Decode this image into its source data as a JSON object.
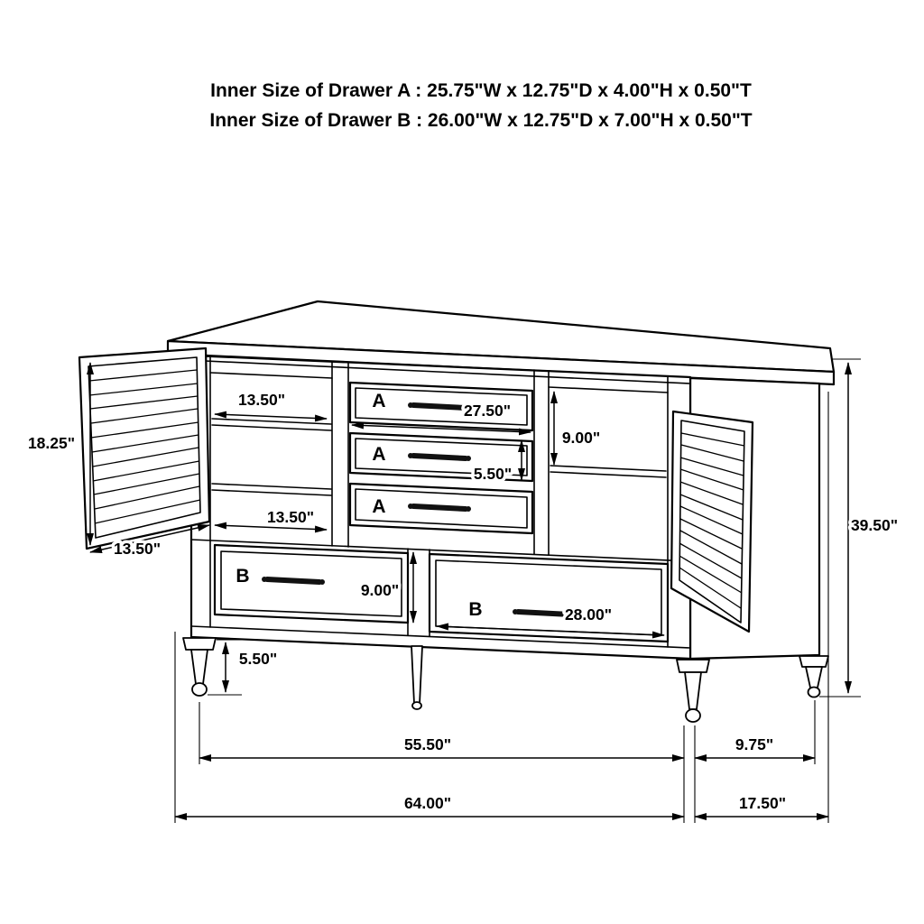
{
  "title": {
    "line1": "Inner Size of Drawer A : 25.75\"W x 12.75\"D x 4.00\"H x 0.50\"T",
    "line2": "Inner Size of Drawer B : 26.00\"W x 12.75\"D x 7.00\"H x 0.50\"T"
  },
  "drawer_labels": {
    "a": "A",
    "b": "B"
  },
  "dims": {
    "shelf_top_width": "13.50\"",
    "door_height": "18.25\"",
    "door_width": "13.50\"",
    "shelf_bottom_width": "13.50\"",
    "drawer_a_width": "27.50\"",
    "drawer_a_height": "5.50\"",
    "right_shelf_height": "9.00\"",
    "drawer_b_height": "9.00\"",
    "drawer_b_width": "28.00\"",
    "overall_height": "39.50\"",
    "leg_height": "5.50\"",
    "leg_span_width": "55.50\"",
    "leg_depth_offset": "9.75\"",
    "overall_width": "64.00\"",
    "overall_depth": "17.50\""
  },
  "colors": {
    "accent_red": "#cc1111",
    "line": "#000000"
  }
}
